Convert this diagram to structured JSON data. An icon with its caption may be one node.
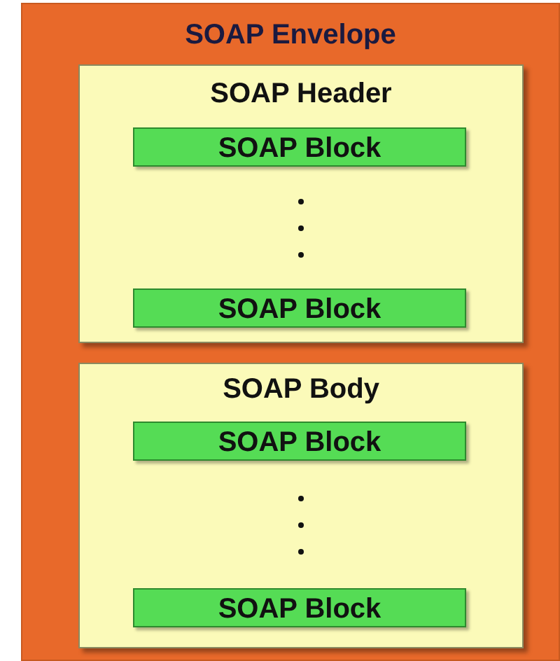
{
  "diagram": {
    "nodes": [
      {
        "text": [
          "SOAP Envelope"
        ]
      },
      {
        "text": [
          "SOAP Header"
        ],
        "in": 0
      },
      {
        "text": [
          "SOAP Block"
        ],
        "in": 1
      },
      {
        "text": [
          "SOAP Block"
        ],
        "in": 1
      },
      {
        "text": [
          "SOAP Body"
        ],
        "in": 0
      },
      {
        "text": [
          "SOAP Block"
        ],
        "in": 4
      },
      {
        "text": [
          "SOAP Block"
        ],
        "in": 4
      }
    ]
  }
}
